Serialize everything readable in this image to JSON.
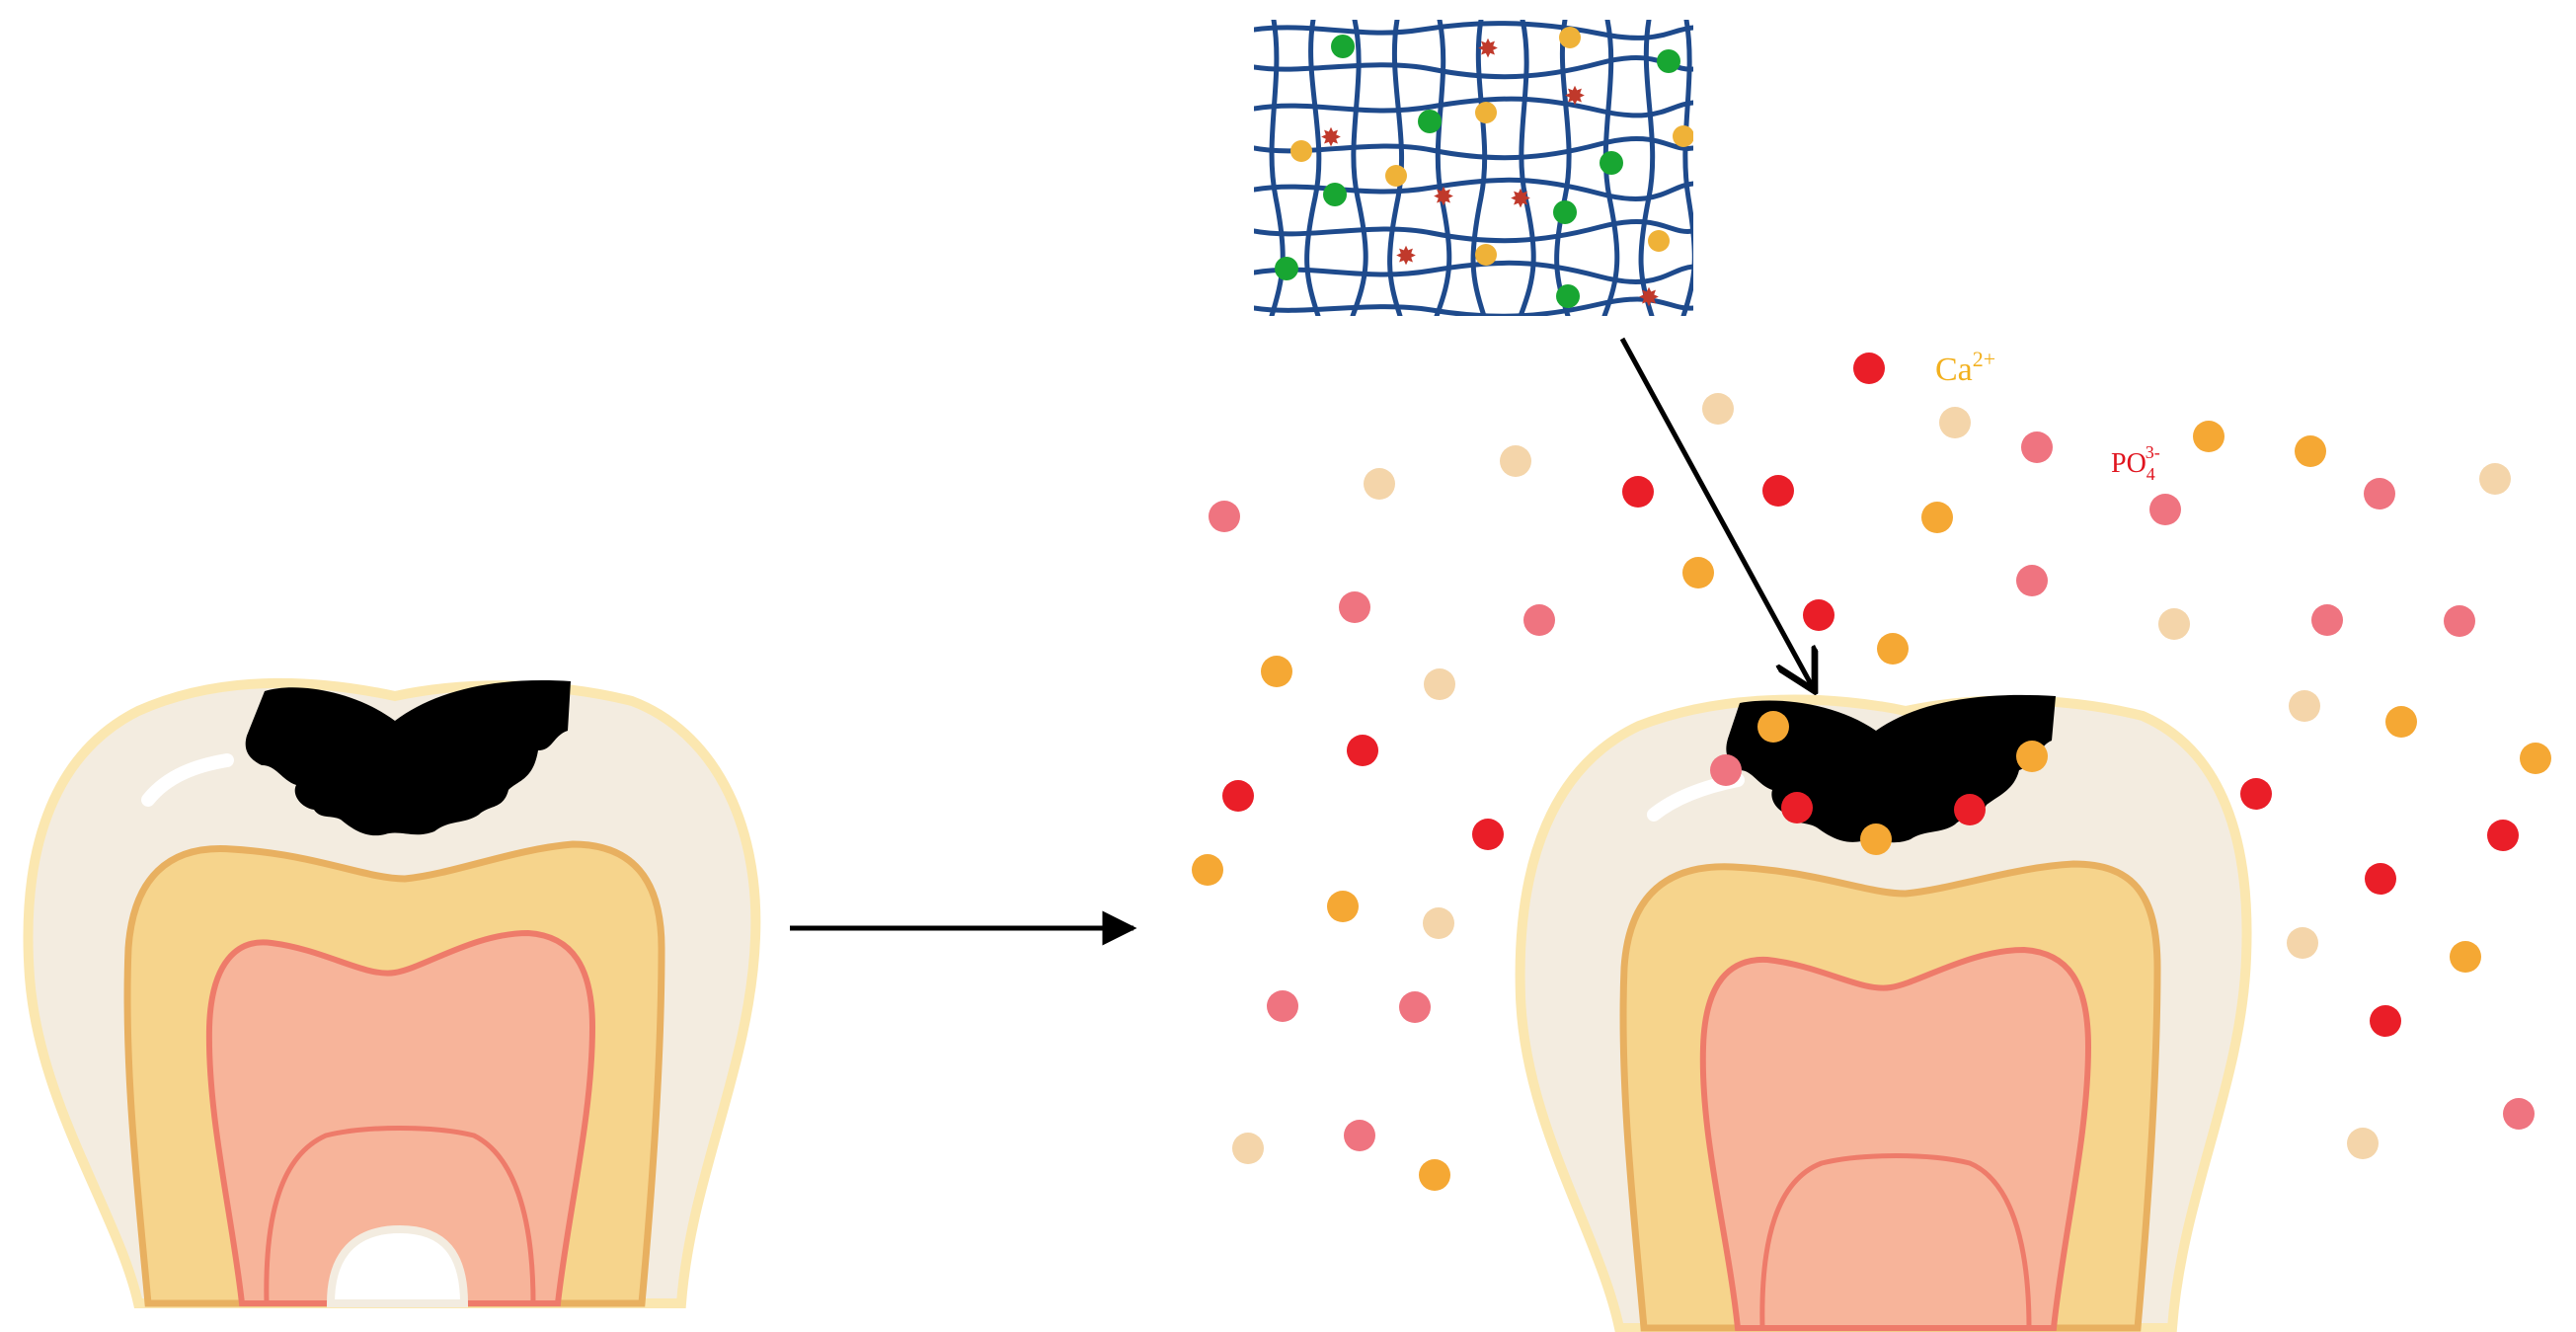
{
  "labels": {
    "calcium": "Ca",
    "calcium_charge": "2+",
    "phosphate": "PO",
    "phosphate_subscript": "4",
    "phosphate_charge": "3-"
  },
  "colors": {
    "background": "#ffffff",
    "enamel": "#f3ece0",
    "enamel_outline": "#fbe7b0",
    "dentin": "#f6d48c",
    "dentin_outline": "#e8b060",
    "pulp": "#f7b49a",
    "pulp_outline": "#ee7b6a",
    "caries": "#000000",
    "arrow": "#000000",
    "mesh": "#1e4a8c",
    "calcium_label": "#f2b01e",
    "phosphate_label": "#e0141e",
    "ion_red": "#ea1e28",
    "ion_pink": "#ef7480",
    "ion_orange": "#f5a834",
    "ion_peach": "#f4d5aa",
    "hydrogel_green": "#18a632",
    "hydrogel_yellow": "#efb238",
    "hydrogel_star": "#c0392b"
  },
  "icons": {
    "tooth_left": "carious-tooth-icon",
    "tooth_right": "remineralizing-tooth-icon",
    "hydrogel": "hydrogel-mesh-icon",
    "process_arrow": "right-arrow-icon",
    "delivery_arrow": "diagonal-arrow-icon"
  }
}
